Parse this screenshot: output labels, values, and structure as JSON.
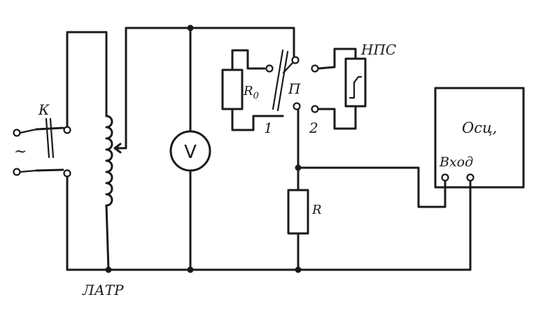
{
  "labels": {
    "switch_k": "К",
    "ac_symbol": "~",
    "autotransformer": "ЛАТР",
    "voltmeter": "V",
    "resistor_r0": "R",
    "resistor_r0_sub": "0",
    "switch_p": "П",
    "position_1": "1",
    "position_2": "2",
    "test_element": "НПС",
    "resistor_r": "R",
    "oscilloscope": "Осц,",
    "input": "Вход"
  }
}
